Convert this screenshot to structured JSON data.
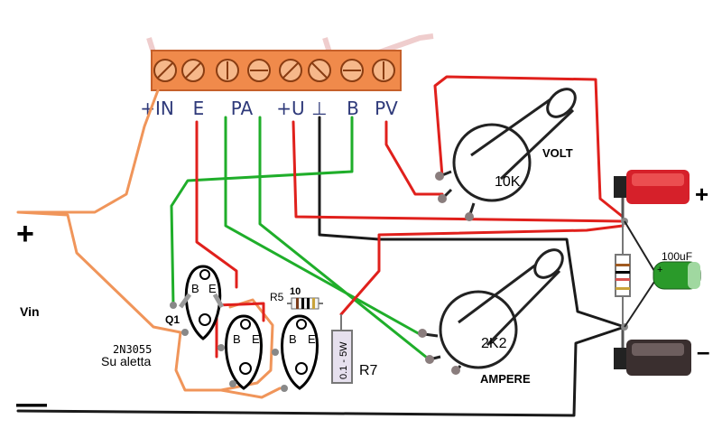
{
  "terminal_block": {
    "labels": [
      "+IN",
      "E",
      "PA",
      "+U",
      "⊥",
      "B",
      "PV"
    ]
  },
  "rails": {
    "plus_symbol": "+",
    "minus_symbol": "—",
    "vin_label": "Vin"
  },
  "transistors": {
    "q1_label": "Q1",
    "part_label": "2N3055",
    "heatsink_label": "Su aletta",
    "pin_b": "B",
    "pin_e": "E"
  },
  "resistors": {
    "r5_label": "R5",
    "r5_value": "10",
    "r7_label": "R7",
    "r7_rating": "0.1 - 5W"
  },
  "pots": {
    "volt_label": "VOLT",
    "volt_value": "10K",
    "ampere_label": "AMPERE",
    "ampere_value": "2K2"
  },
  "output": {
    "plus_symbol": "+",
    "minus_symbol": "–",
    "cap_value": "100uF",
    "cap_polarity": "+"
  },
  "colors": {
    "red_wire": "#e0201c",
    "green_wire": "#1fae2a",
    "orange_wire": "#f0955a",
    "black_wire": "#1a1a1a",
    "terminal_block": "#f08a4b"
  }
}
